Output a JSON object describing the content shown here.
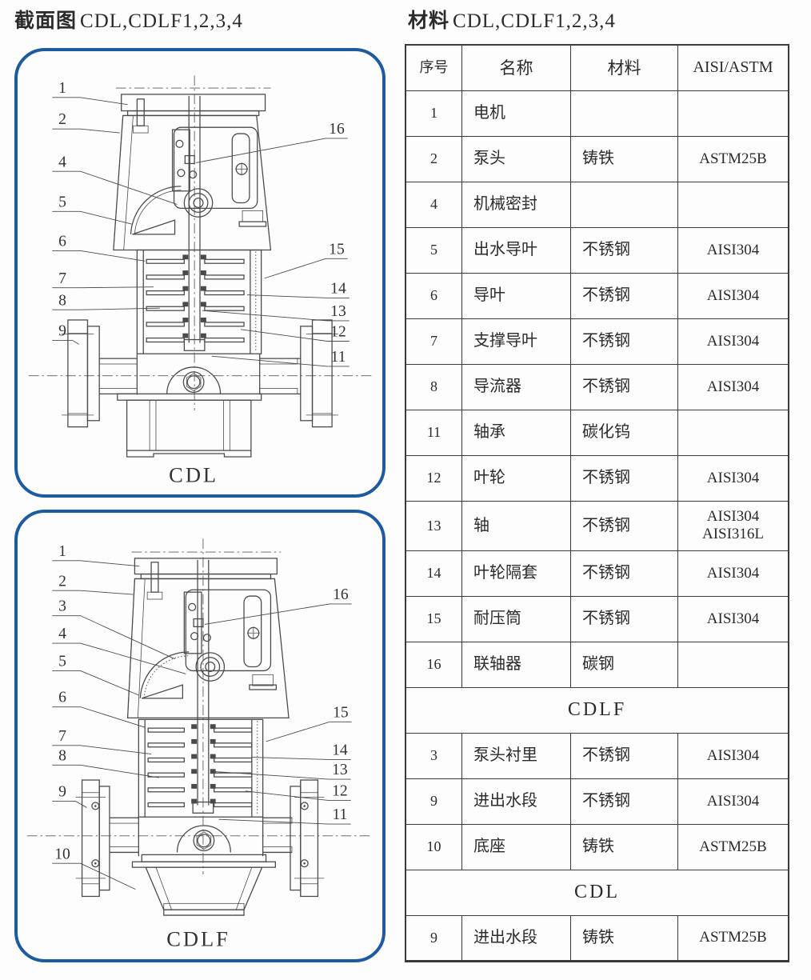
{
  "headings": {
    "sectional_zh": "截面图",
    "sectional_models": "CDL,CDLF1,2,3,4",
    "materials_zh": "材料",
    "materials_models": "CDL,CDLF1,2,3,4"
  },
  "colors": {
    "box_border": "#1d5a9e",
    "drawing_line": "#4a4a4a",
    "text": "#2b2b2b"
  },
  "diagrams": [
    {
      "id": "cdl",
      "caption": "CDL",
      "callouts": [
        {
          "n": "1"
        },
        {
          "n": "2"
        },
        {
          "n": "4"
        },
        {
          "n": "5"
        },
        {
          "n": "6"
        },
        {
          "n": "7"
        },
        {
          "n": "8"
        },
        {
          "n": "9"
        },
        {
          "n": "16"
        },
        {
          "n": "15"
        },
        {
          "n": "14"
        },
        {
          "n": "13"
        },
        {
          "n": "12"
        },
        {
          "n": "11"
        }
      ]
    },
    {
      "id": "cdlf",
      "caption": "CDLF",
      "callouts": [
        {
          "n": "1"
        },
        {
          "n": "2"
        },
        {
          "n": "3"
        },
        {
          "n": "4"
        },
        {
          "n": "5"
        },
        {
          "n": "6"
        },
        {
          "n": "7"
        },
        {
          "n": "8"
        },
        {
          "n": "9"
        },
        {
          "n": "10"
        },
        {
          "n": "16"
        },
        {
          "n": "15"
        },
        {
          "n": "14"
        },
        {
          "n": "13"
        },
        {
          "n": "12"
        },
        {
          "n": "11"
        }
      ]
    }
  ],
  "materials_table": {
    "columns": [
      "序号",
      "名称",
      "材料",
      "AISI/ASTM"
    ],
    "rows": [
      {
        "cells": [
          "1",
          "电机",
          "",
          ""
        ]
      },
      {
        "cells": [
          "2",
          "泵头",
          "铸铁",
          "ASTM25B"
        ]
      },
      {
        "cells": [
          "4",
          "机械密封",
          "",
          ""
        ]
      },
      {
        "cells": [
          "5",
          "出水导叶",
          "不锈钢",
          "AISI304"
        ]
      },
      {
        "cells": [
          "6",
          "导叶",
          "不锈钢",
          "AISI304"
        ]
      },
      {
        "cells": [
          "7",
          "支撑导叶",
          "不锈钢",
          "AISI304"
        ]
      },
      {
        "cells": [
          "8",
          "导流器",
          "不锈钢",
          "AISI304"
        ]
      },
      {
        "cells": [
          "11",
          "轴承",
          "碳化钨",
          ""
        ]
      },
      {
        "cells": [
          "12",
          "叶轮",
          "不锈钢",
          "AISI304"
        ]
      },
      {
        "cells": [
          "13",
          "轴",
          "不锈钢",
          "AISI304\nAISI316L"
        ],
        "tall": true
      },
      {
        "cells": [
          "14",
          "叶轮隔套",
          "不锈钢",
          "AISI304"
        ]
      },
      {
        "cells": [
          "15",
          "耐压筒",
          "不锈钢",
          "AISI304"
        ]
      },
      {
        "cells": [
          "16",
          "联轴器",
          "碳钢",
          ""
        ]
      },
      {
        "section": "CDLF"
      },
      {
        "cells": [
          "3",
          "泵头衬里",
          "不锈钢",
          "AISI304"
        ]
      },
      {
        "cells": [
          "9",
          "进出水段",
          "不锈钢",
          "AISI304"
        ]
      },
      {
        "cells": [
          "10",
          "底座",
          "铸铁",
          "ASTM25B"
        ]
      },
      {
        "section": "CDL"
      },
      {
        "cells": [
          "9",
          "进出水段",
          "铸铁",
          "ASTM25B"
        ]
      }
    ]
  }
}
